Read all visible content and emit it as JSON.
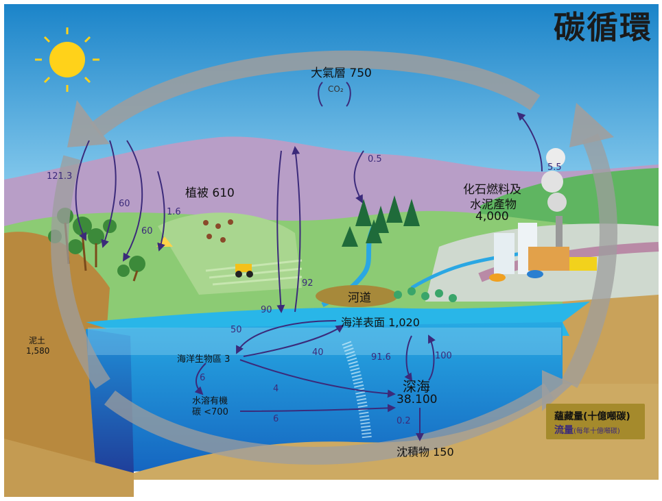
{
  "title": "碳循環",
  "stocks": {
    "atmosphere": "大氣層 750",
    "co2": "CO₂",
    "vegetation": "植被 610",
    "fossil_line1": "化石燃料及",
    "fossil_line2": "水泥產物",
    "fossil_value": "4,000",
    "river": "河道",
    "soil_label": "泥土",
    "soil_value": "1,580",
    "ocean_surface": "海洋表面 1,020",
    "marine_biota": "海洋生物區 3",
    "doc_line1": "水溶有機",
    "doc_line2": "碳 <700",
    "deep_ocean_label": "深海",
    "deep_ocean_value": "38.100",
    "sediments": "沈積物 150"
  },
  "flows": {
    "f121_3": "121.3",
    "f60a": "60",
    "f60b": "60",
    "f1_6": "1.6",
    "f0_5": "0.5",
    "f5_5": "5.5",
    "f92": "92",
    "f90": "90",
    "f50": "50",
    "f40": "40",
    "f91_6": "91.6",
    "f100": "100",
    "f6a": "6",
    "f4": "4",
    "f6b": "6",
    "f0_2": "0.2"
  },
  "legend": {
    "stock_label": "蘊藏量(十億噸碳)",
    "flux_label": "流量",
    "flux_unit": "(每年十億噸碳)"
  },
  "colors": {
    "sky": "#1e8fd1",
    "ocean_surface": "#29b6e8",
    "deep_ocean": "#1a7fd0",
    "land_green": "#7cc46a",
    "mountain": "#b79cc4",
    "soil": "#c9a25a",
    "flow_line": "#3b2a7a",
    "cycle_arrow": "#9e9e9e",
    "legend_bg": "#a58a2c"
  }
}
